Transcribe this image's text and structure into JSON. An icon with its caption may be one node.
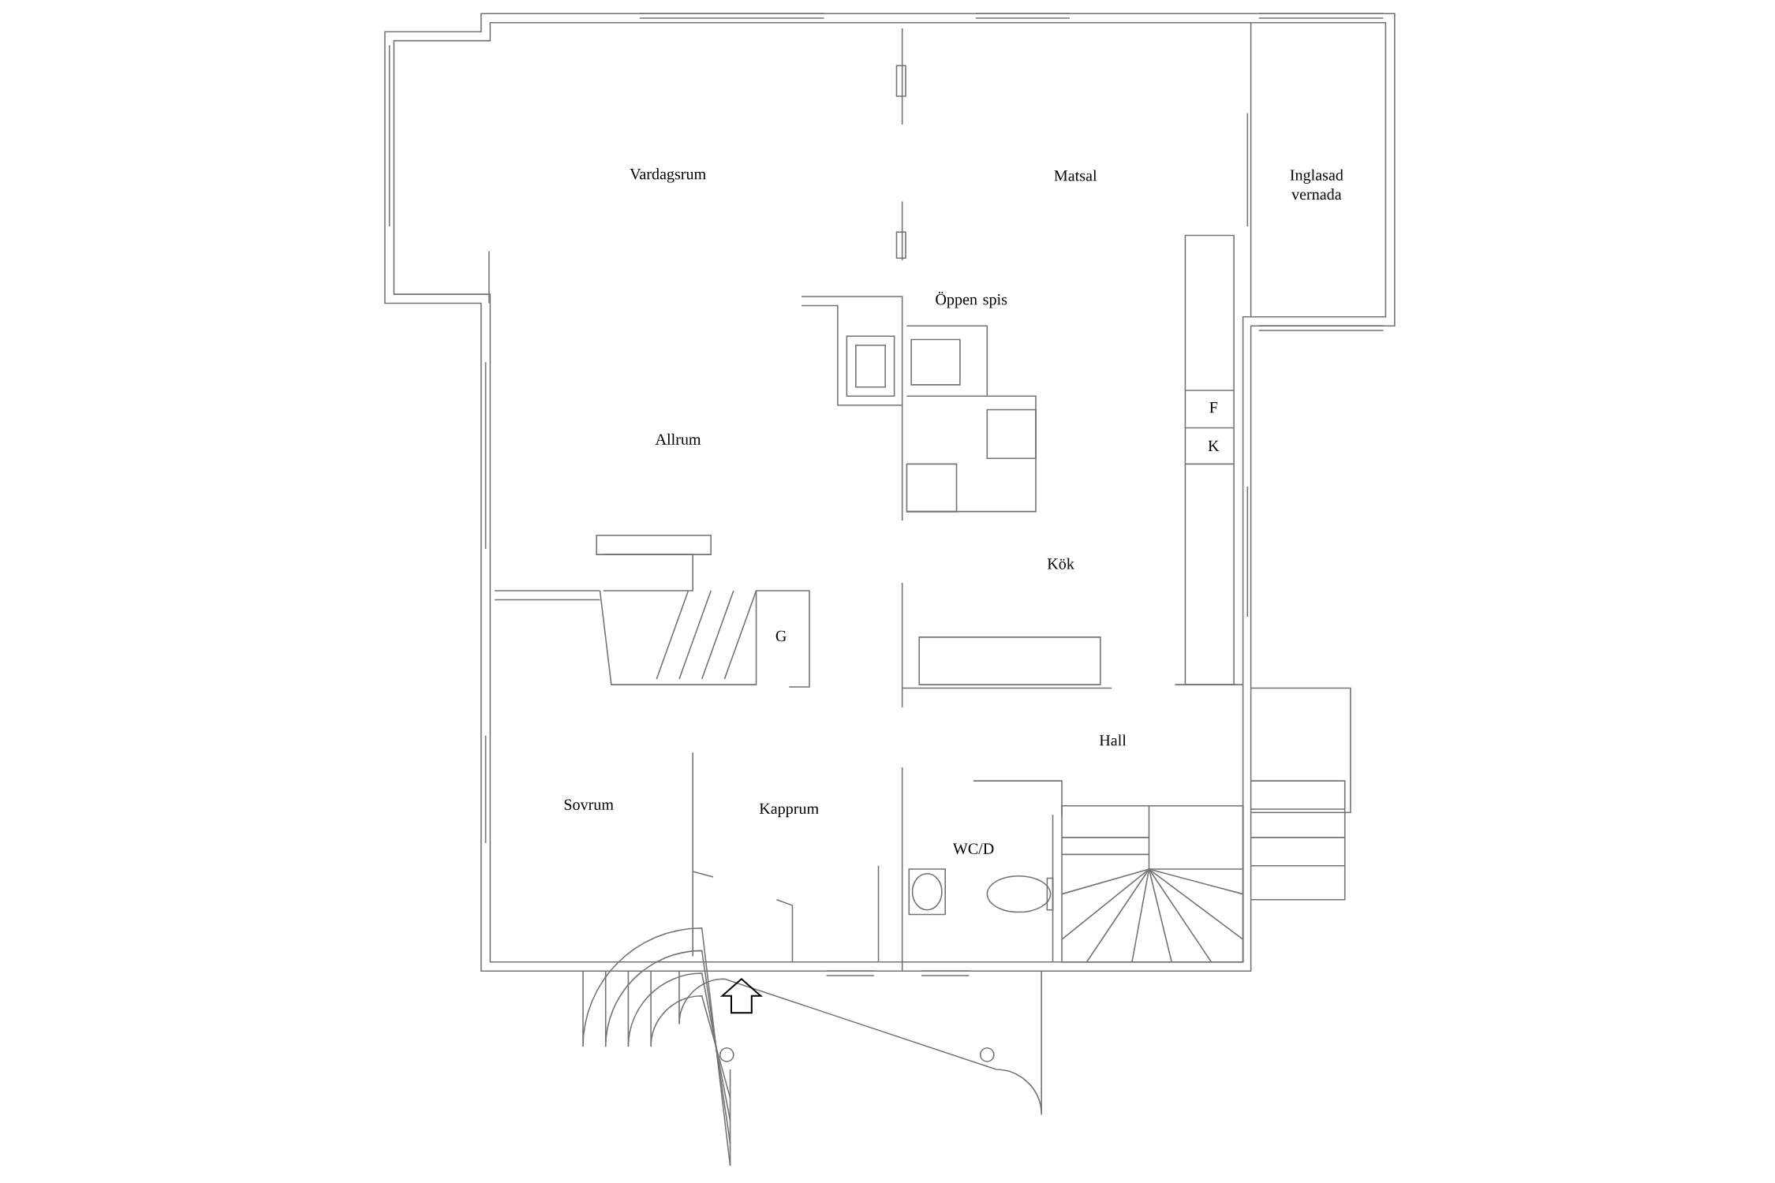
{
  "diagram": {
    "labels": [
      "Vardagsrum",
      "Matsal",
      "Inglasad vernada",
      "Öppen spis",
      "F",
      "K",
      "Allrum",
      "Kök",
      "G",
      "Hall",
      "Sovrum",
      "Kapprum",
      "WC/D"
    ]
  }
}
